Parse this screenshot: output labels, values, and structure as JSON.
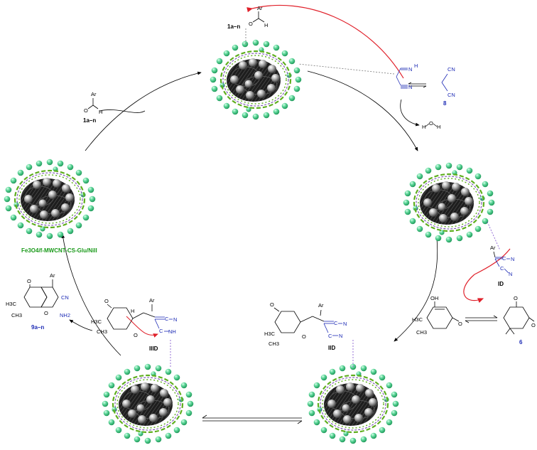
{
  "colors": {
    "bead": "#5fd69a",
    "bead_edge": "#1f9a5a",
    "tube": "#2a2a2a",
    "sphere": "#bdbdbd",
    "glu_line": "#6a3fa8",
    "cs_line": "#5fae1e",
    "blue": "#1d2bb5",
    "arrow_red": "#e0202a",
    "green_label": "#1a9a1a"
  },
  "icons": [
    "nanocatalyst-particle-icon"
  ],
  "labels": {
    "catalyst": "Fe3O4/f-MWCNT-CS-Glu/NiII",
    "aldehyde_top": "1a–n",
    "aldehyde_left": "1a–n",
    "malononitrile": "8",
    "dimedone": "6",
    "product": "9a–n",
    "int_ID": "ID",
    "int_IID": "IID",
    "int_IIID": "IIID"
  },
  "atoms": {
    "Ar": "Ar",
    "O": "O",
    "H": "H",
    "N": "N",
    "C": "C",
    "CN": "CN",
    "NH2": "NH2",
    "NH": "NH",
    "OH": "OH",
    "H3C": "H3C",
    "CH3": "CH3"
  }
}
